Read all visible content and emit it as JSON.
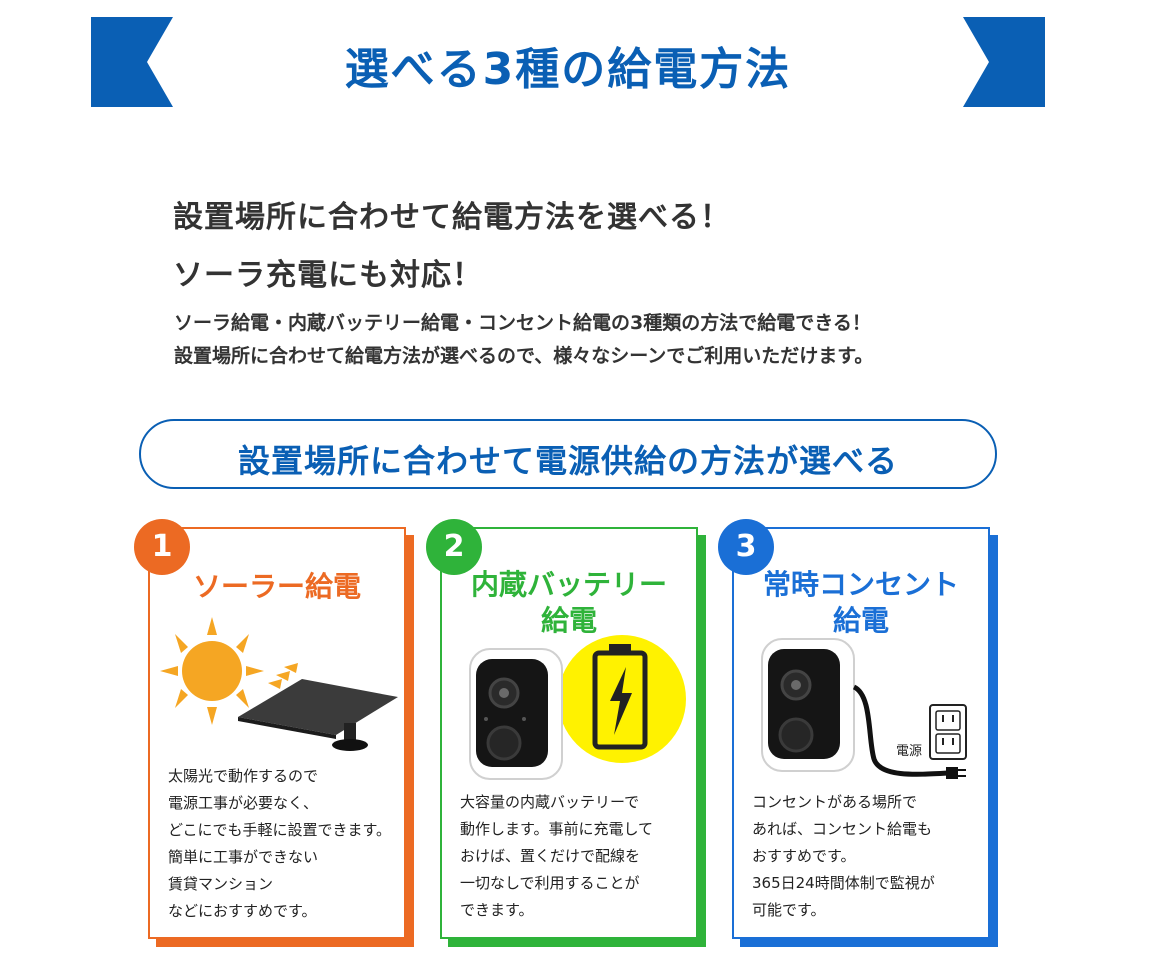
{
  "colors": {
    "brand_blue": "#0a5fb4",
    "solar_orange": "#ec6a23",
    "battery_green": "#2fb33a",
    "outlet_blue": "#1a6fd6",
    "sun_orange": "#f5a623",
    "battery_yellow": "#fff200",
    "text_dark": "#333333"
  },
  "banner": {
    "title": "選べる3種の給電方法"
  },
  "headline": {
    "line1": "設置場所に合わせて給電方法を選べる！",
    "line2": "ソーラ充電にも対応！"
  },
  "intro": {
    "line1": "ソーラ給電・内蔵バッテリー給電・コンセント給電の3種類の方法で給電できる！",
    "line2": "設置場所に合わせて給電方法が選べるので、様々なシーンでご利用いただけます。"
  },
  "subtitle": "設置場所に合わせて電源供給の方法が選べる",
  "cards": [
    {
      "number": "1",
      "title_lines": [
        "ソーラー給電"
      ],
      "icon": "sun-solar-panel-icon",
      "desc": [
        "太陽光で動作するので",
        "電源工事が必要なく、",
        "どこにでも手軽に設置できます。",
        "簡単に工事ができない",
        "賃貸マンション",
        "などにおすすめです。"
      ]
    },
    {
      "number": "2",
      "title_lines": [
        "内蔵バッテリー",
        "給電"
      ],
      "icon": "battery-icon",
      "desc": [
        "大容量の内蔵バッテリーで",
        "動作します。事前に充電して",
        "おけば、置くだけで配線を",
        "一切なしで利用することが",
        "できます。"
      ]
    },
    {
      "number": "3",
      "title_lines": [
        "常時コンセント",
        "給電"
      ],
      "icon": "outlet-icon",
      "outlet_label": "電源",
      "desc": [
        "コンセントがある場所で",
        "あれば、コンセント給電も",
        "おすすめです。",
        "365日24時間体制で監視が",
        "可能です。"
      ]
    }
  ]
}
